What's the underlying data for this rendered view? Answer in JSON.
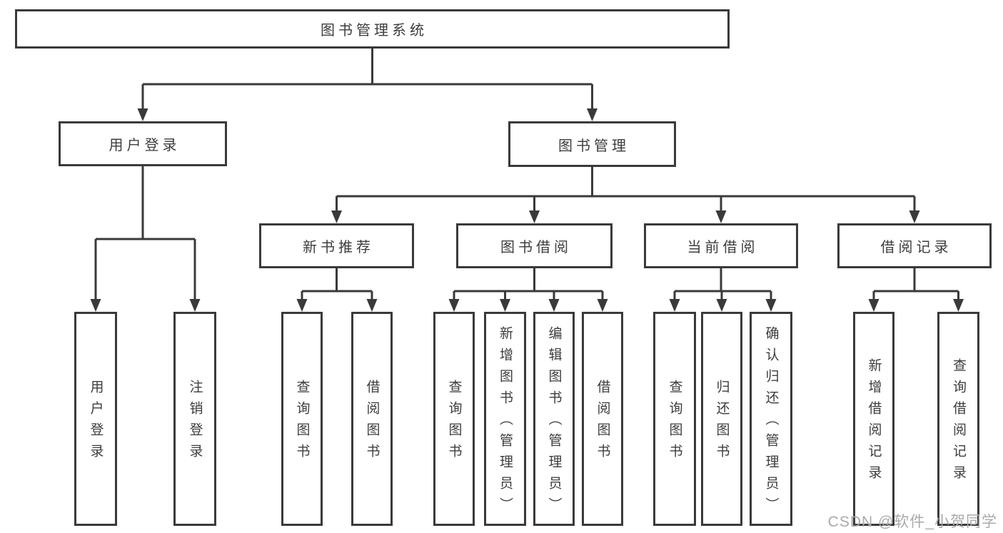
{
  "diagram": {
    "type": "hierarchy-structure-diagram",
    "colors": {
      "line": "#3a3a3a",
      "text": "#3d3d3d",
      "box_background": "#ffffff",
      "watermark": "#aaaaaa"
    },
    "tree": {
      "root": {
        "label": "图书管理系统",
        "children": [
          {
            "label": "用户登录",
            "children": [
              {
                "label": "用户登录"
              },
              {
                "label": "注销登录"
              }
            ]
          },
          {
            "label": "图书管理",
            "children": [
              {
                "label": "新书推荐",
                "children": [
                  {
                    "label": "查询图书"
                  },
                  {
                    "label": "借阅图书"
                  }
                ]
              },
              {
                "label": "图书借阅",
                "children": [
                  {
                    "label": "查询图书"
                  },
                  {
                    "label": "新增图书（管理员）"
                  },
                  {
                    "label": "编辑图书（管理员）"
                  },
                  {
                    "label": "借阅图书"
                  }
                ]
              },
              {
                "label": "当前借阅",
                "children": [
                  {
                    "label": "查询图书"
                  },
                  {
                    "label": "归还图书"
                  },
                  {
                    "label": "确认归还（管理员）"
                  }
                ]
              },
              {
                "label": "借阅记录",
                "children": [
                  {
                    "label": "新增借阅记录"
                  },
                  {
                    "label": "查询借阅记录"
                  }
                ]
              }
            ]
          }
        ]
      }
    },
    "watermark": {
      "text": "CSDN @软件_小贺同学"
    }
  }
}
